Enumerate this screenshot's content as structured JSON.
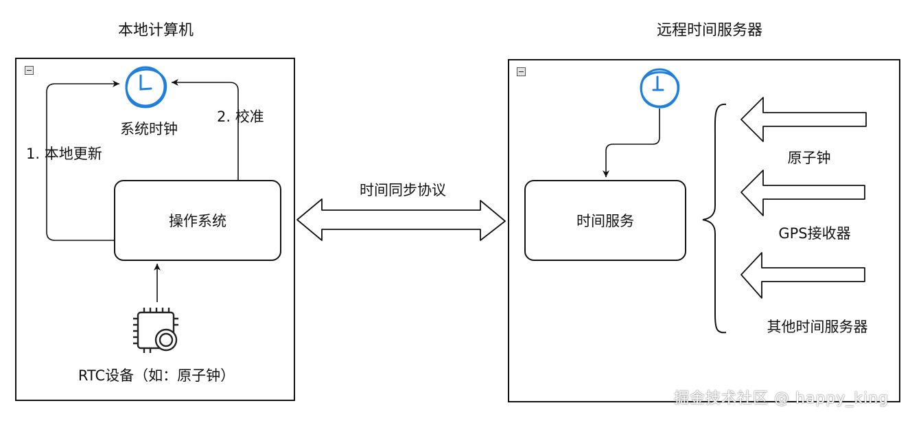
{
  "local": {
    "title": "本地计算机",
    "clock_label": "系统时钟",
    "step1": "1. 本地更新",
    "step2": "2. 校准",
    "os_label": "操作系统",
    "rtc_label": "RTC设备（如：原子钟）"
  },
  "protocol_label": "时间同步协议",
  "remote": {
    "title": "远程时间服务器",
    "service_label": "时间服务",
    "sources": [
      "原子钟",
      "GPS接收器",
      "其他时间服务器"
    ]
  },
  "watermark": "掘金技术社区 @ happy_king",
  "colors": {
    "clock": "#1f7fdc",
    "stroke": "#111111"
  },
  "icons": [
    "clock-icon",
    "chip-icon",
    "minimize-icon"
  ]
}
